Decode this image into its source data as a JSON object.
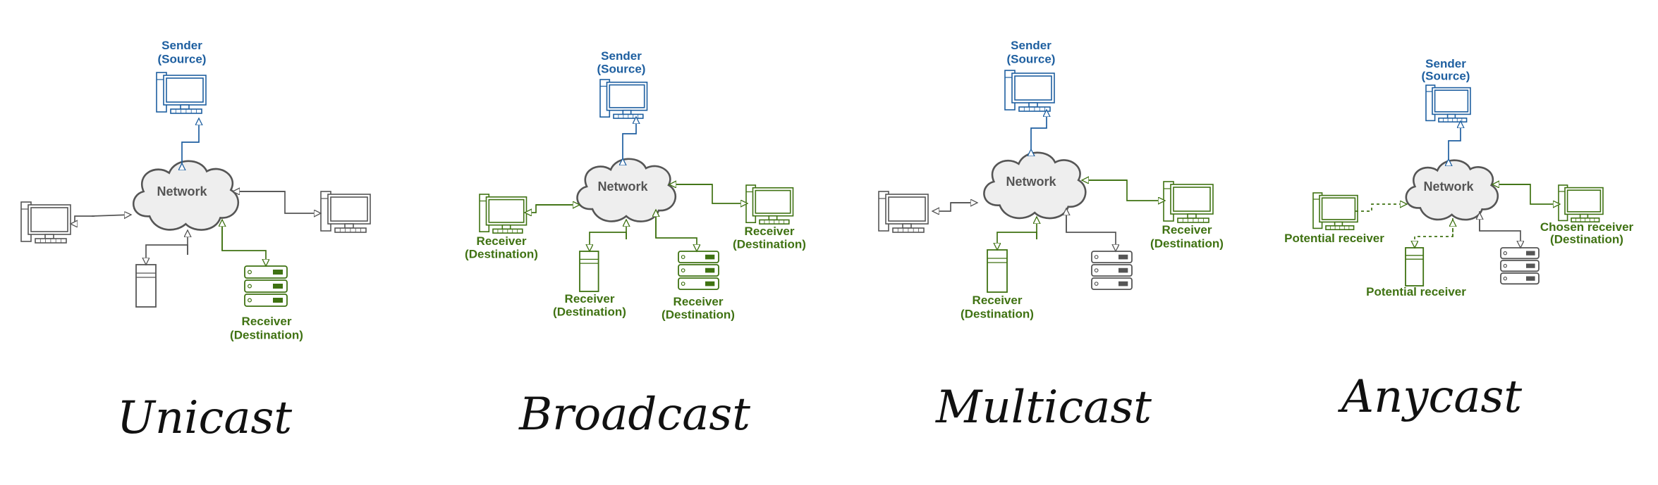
{
  "colors": {
    "sender": "#1e5fa0",
    "receiver": "#3f7212",
    "neutral": "#555555",
    "cloud_fill": "#eeeeee",
    "title": "#111111"
  },
  "panels": [
    {
      "title": "Unicast",
      "cloud": "Network",
      "sender": [
        "Sender",
        "(Source)"
      ],
      "labels": [
        {
          "key": "receiver-destination",
          "lines": [
            "Receiver",
            "(Destination)"
          ],
          "role": "receiver"
        }
      ]
    },
    {
      "title": "Broadcast",
      "cloud": "Network",
      "sender": [
        "Sender",
        "(Source)"
      ],
      "labels": [
        {
          "key": "receiver-left",
          "lines": [
            "Receiver",
            "(Destination)"
          ],
          "role": "receiver"
        },
        {
          "key": "receiver-bottom-left",
          "lines": [
            "Receiver",
            "(Destination)"
          ],
          "role": "receiver"
        },
        {
          "key": "receiver-bottom-right",
          "lines": [
            "Receiver",
            "(Destination)"
          ],
          "role": "receiver"
        },
        {
          "key": "receiver-right",
          "lines": [
            "Receiver",
            "(Destination)"
          ],
          "role": "receiver"
        }
      ]
    },
    {
      "title": "Multicast",
      "cloud": "Network",
      "sender": [
        "Sender",
        "(Source)"
      ],
      "labels": [
        {
          "key": "receiver-bottom",
          "lines": [
            "Receiver",
            "(Destination)"
          ],
          "role": "receiver"
        },
        {
          "key": "receiver-right",
          "lines": [
            "Receiver",
            "(Destination)"
          ],
          "role": "receiver"
        }
      ]
    },
    {
      "title": "Anycast",
      "cloud": "Network",
      "sender": [
        "Sender",
        "(Source)"
      ],
      "labels": [
        {
          "key": "potential-receiver-left",
          "lines": [
            "Potential receiver"
          ],
          "role": "receiver"
        },
        {
          "key": "potential-receiver-bottom",
          "lines": [
            "Potential receiver"
          ],
          "role": "receiver"
        },
        {
          "key": "chosen-receiver",
          "lines": [
            "Chosen receiver",
            "(Destination)"
          ],
          "role": "receiver"
        }
      ]
    }
  ]
}
